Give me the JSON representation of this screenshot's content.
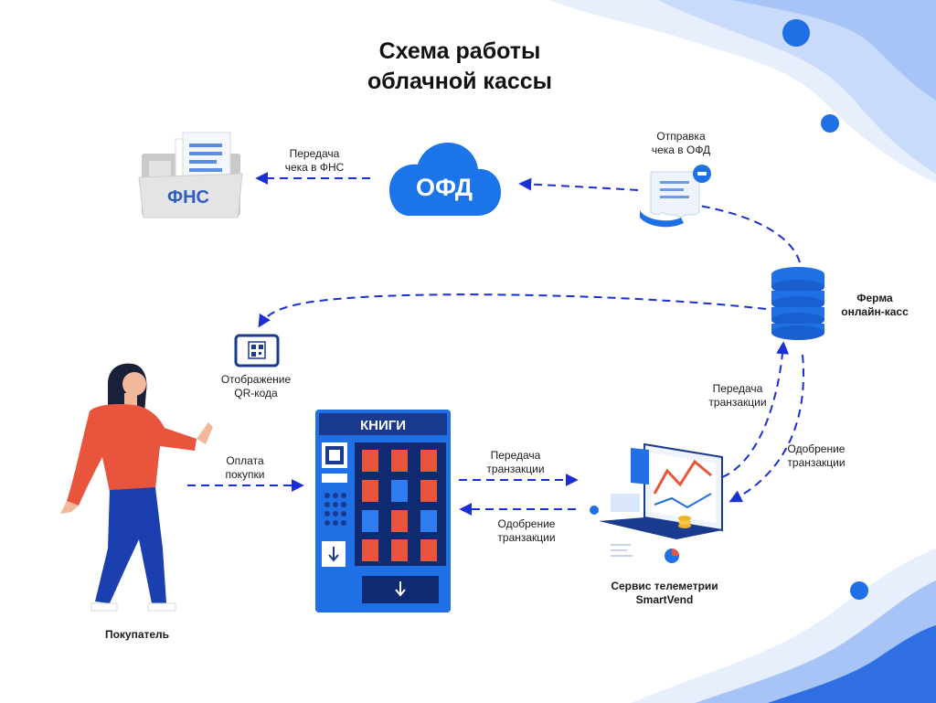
{
  "title": {
    "line1": "Схема работы",
    "line2": "облачной кассы"
  },
  "nodes": {
    "fns": {
      "label": "ФНС"
    },
    "ofd": {
      "label": "ОФД"
    },
    "machine": {
      "label": "КНИГИ"
    },
    "farm": {
      "line1": "Ферма",
      "line2": "онлайн-касс"
    },
    "qr": {
      "line1": "Отображение",
      "line2": "QR-кода"
    },
    "buyer": {
      "label": "Покупатель"
    },
    "telemetry": {
      "line1": "Сервис телеметрии",
      "line2": "SmartVend"
    }
  },
  "arrows": {
    "send_fns": {
      "line1": "Передача",
      "line2": "чека в ФНС"
    },
    "send_ofd": {
      "line1": "Отправка",
      "line2": "чека в ОФД"
    },
    "payment": {
      "line1": "Оплата",
      "line2": "покупки"
    },
    "tx_to_telemetry": {
      "line1": "Передача",
      "line2": "транзакции"
    },
    "approve_to_machine": {
      "line1": "Одобрение",
      "line2": "транзакции"
    },
    "tx_to_farm": {
      "line1": "Передача",
      "line2": "транзакции"
    },
    "approve_to_telemetry": {
      "line1": "Одобрение",
      "line2": "транзакции"
    }
  },
  "colors": {
    "arrow": "#1b2fd6",
    "primary_blue": "#1f6fe5",
    "dark_blue": "#1a3a8f",
    "cloud": "#1c74e9",
    "accent_red": "#e8553c",
    "decor_light": "#dbe7fb"
  }
}
